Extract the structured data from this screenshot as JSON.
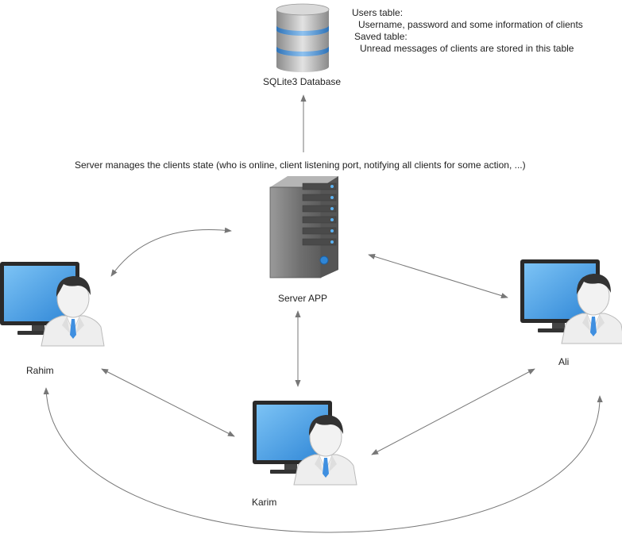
{
  "database": {
    "label": "SQLite3 Database",
    "notes": [
      "Users table:",
      "  Username, password and some information of clients",
      "Saved table:",
      "  Unread messages of clients are stored in this table"
    ]
  },
  "server": {
    "caption": "Server manages the clients state (who is online, client listening port, notifying all clients for some action, ...)",
    "label": "Server APP"
  },
  "clients": {
    "rahim": "Rahim",
    "karim": "Karim",
    "ali": "Ali"
  },
  "colors": {
    "screen": "#3f9be0",
    "arrow": "#777777",
    "server": "#7a7a7a",
    "database_stripe": "#5aa0df"
  }
}
